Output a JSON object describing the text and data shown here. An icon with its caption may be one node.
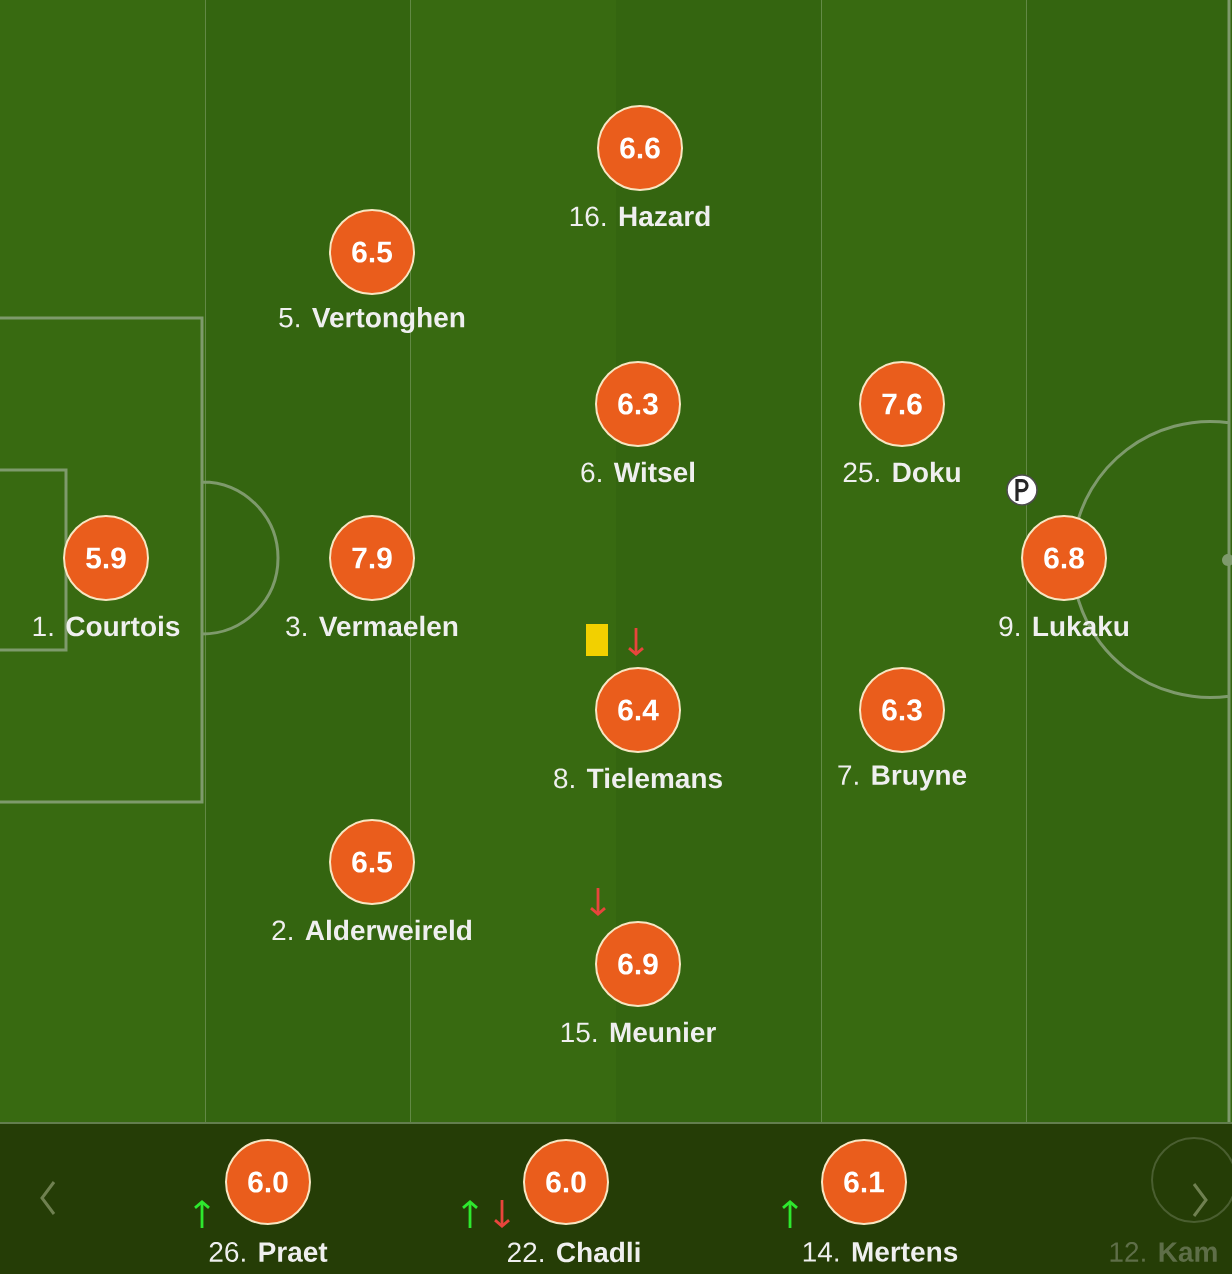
{
  "diagram": {
    "nodes": [
      {
        "text": [
          "6.6"
        ],
        "beside": [
          "16. **Hazard**"
        ]
      },
      {
        "text": [
          "6.5"
        ],
        "beside": [
          "5. **Vertonghen**"
        ]
      },
      {
        "text": [
          "6.3"
        ],
        "beside": [
          "6. **Witsel**"
        ]
      },
      {
        "text": [
          "7.6"
        ],
        "beside": [
          "25. **Doku**"
        ]
      },
      {
        "text": [
          "5.9"
        ],
        "beside": [
          "1. **Courtois**"
        ]
      },
      {
        "text": [
          "7.9"
        ],
        "beside": [
          "3. **Vermaelen**"
        ]
      },
      {
        "text": [
          "6.8"
        ],
        "beside": [
          "9. **Lukaku**"
        ]
      },
      {
        "text": [
          "6.4"
        ],
        "beside": [
          "8. **Tielemans**"
        ]
      },
      {
        "text": [
          "6.3"
        ],
        "beside": [
          "7. **Bruyne**"
        ]
      },
      {
        "text": [
          "6.5"
        ],
        "beside": [
          "2. **Alderweireld**"
        ]
      },
      {
        "text": [
          "6.9"
        ],
        "beside": [
          "15. **Meunier**"
        ]
      },
      {
        "text": [
          "6.0"
        ],
        "beside": [
          "26. **Praet**"
        ]
      },
      {
        "text": [
          "6.0"
        ],
        "beside": [
          "22. **Chadli**"
        ]
      },
      {
        "text": [
          "6.1"
        ],
        "beside": [
          "14. **Mertens**"
        ]
      },
      {
        "text": [],
        "shape": "circle",
        "beside": [
          "12. **Kam**"
        ]
      }
    ]
  }
}
